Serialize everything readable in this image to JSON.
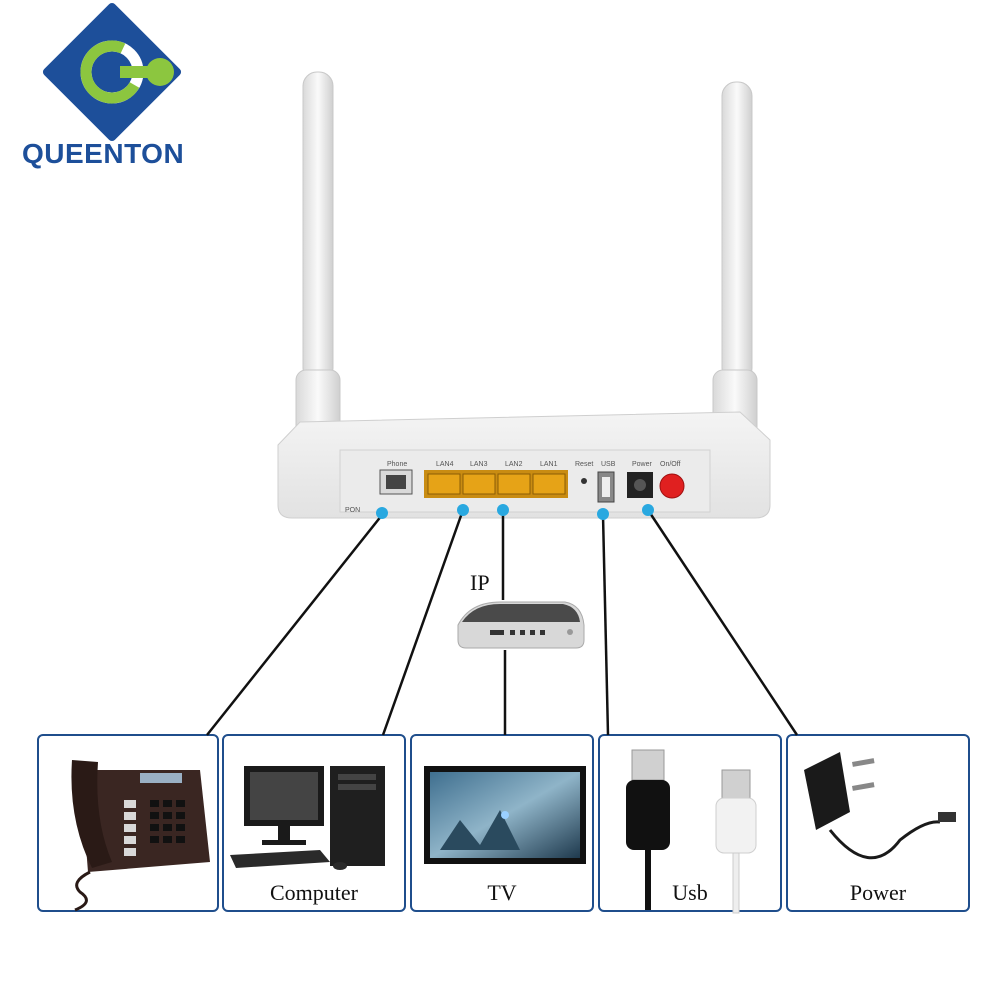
{
  "brand": {
    "name": "QUEENTON",
    "logo_colors": {
      "blue": "#1d4f9a",
      "green": "#8cc63f"
    }
  },
  "router": {
    "port_labels": {
      "pon": "PON",
      "phone": "Phone",
      "lan4": "LAN4",
      "lan3": "LAN3",
      "lan2": "LAN2",
      "lan1": "LAN1",
      "reset": "Reset",
      "usb": "USB",
      "power": "Power",
      "onoff": "On/Off"
    },
    "port_color": "#e6a317",
    "connection_dot_color": "#29a8e0"
  },
  "settop_label": "IP",
  "devices": [
    {
      "name": "phone",
      "label": ""
    },
    {
      "name": "computer",
      "label": "Computer"
    },
    {
      "name": "tv",
      "label": "TV"
    },
    {
      "name": "usb",
      "label": "Usb"
    },
    {
      "name": "power",
      "label": "Power"
    }
  ],
  "card_border_color": "#1f4e8c"
}
